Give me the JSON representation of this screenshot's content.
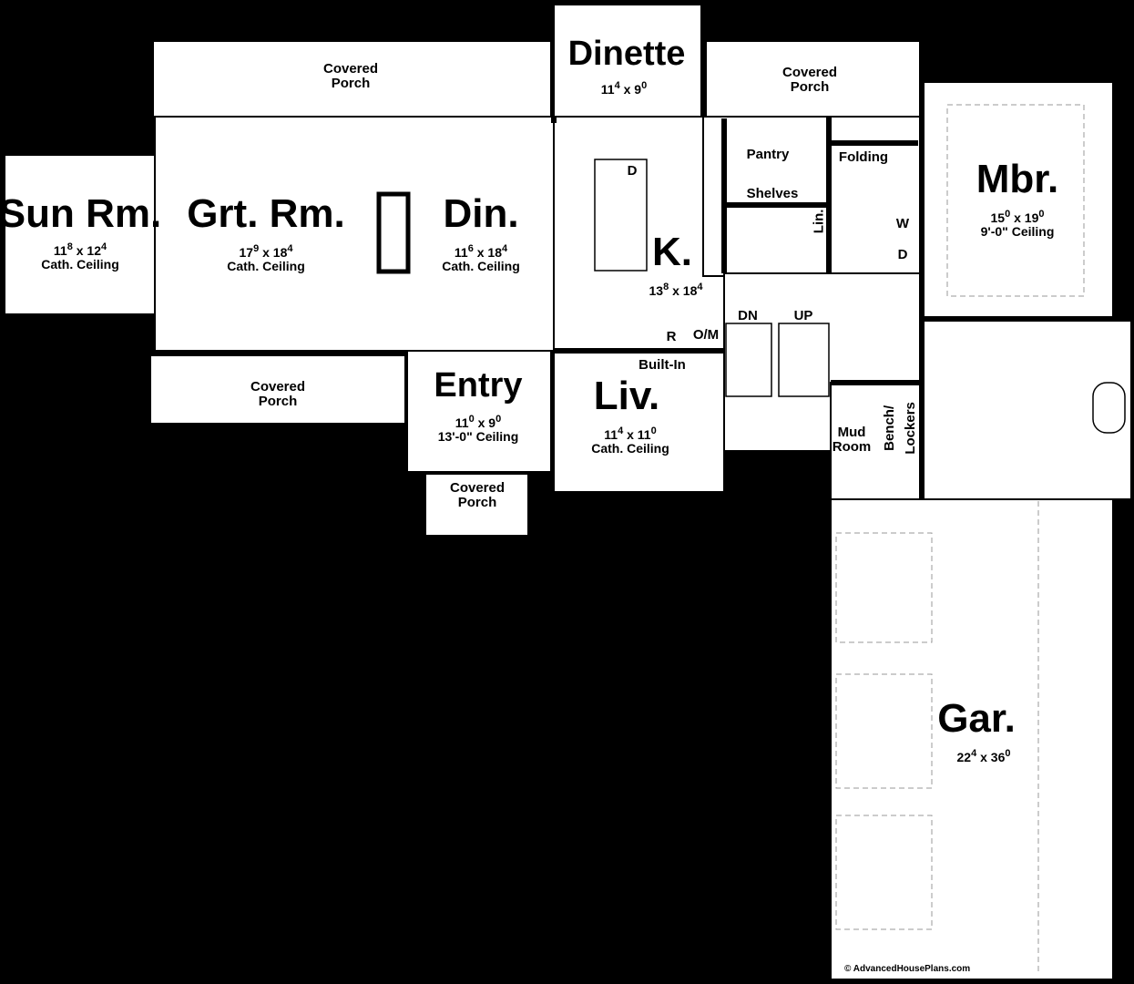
{
  "rooms": {
    "sun_room": {
      "name": "Sun Rm.",
      "w": "11",
      "wi": "8",
      "d": "12",
      "di": "4",
      "note": "Cath. Ceiling"
    },
    "great_room": {
      "name": "Grt. Rm.",
      "w": "17",
      "wi": "9",
      "d": "18",
      "di": "4",
      "note": "Cath. Ceiling"
    },
    "dining": {
      "name": "Din.",
      "w": "11",
      "wi": "6",
      "d": "18",
      "di": "4",
      "note": "Cath. Ceiling"
    },
    "dinette": {
      "name": "Dinette",
      "w": "11",
      "wi": "4",
      "d": "9",
      "di": "0"
    },
    "kitchen": {
      "name": "K.",
      "w": "13",
      "wi": "8",
      "d": "18",
      "di": "4"
    },
    "master": {
      "name": "Mbr.",
      "w": "15",
      "wi": "0",
      "d": "19",
      "di": "0",
      "note": "9'-0\" Ceiling"
    },
    "entry": {
      "name": "Entry",
      "w": "11",
      "wi": "0",
      "d": "9",
      "di": "0",
      "note": "13'-0\" Ceiling"
    },
    "living": {
      "name": "Liv.",
      "w": "11",
      "wi": "4",
      "d": "11",
      "di": "0",
      "note": "Cath. Ceiling"
    },
    "garage": {
      "name": "Gar.",
      "w": "22",
      "wi": "4",
      "d": "36",
      "di": "0"
    }
  },
  "labels": {
    "covered_porch_1": [
      "Covered",
      "Porch"
    ],
    "covered_porch_2": [
      "Covered",
      "Porch"
    ],
    "covered_porch_3": [
      "Covered",
      "Porch"
    ],
    "covered_porch_4": [
      "Covered",
      "Porch"
    ],
    "pantry": "Pantry",
    "shelves": "Shelves",
    "folding": "Folding",
    "linen": "Lin.",
    "washer": "W",
    "dryer": "D",
    "dishwasher": "D",
    "refrigerator": "R",
    "oven_micro": "O/M",
    "down": "DN",
    "up": "UP",
    "built_in": "Built-In",
    "mud_room": [
      "Mud",
      "Room"
    ],
    "bench": "Bench/",
    "lockers": "Lockers"
  },
  "copyright": "AdvancedHousePlans.com"
}
